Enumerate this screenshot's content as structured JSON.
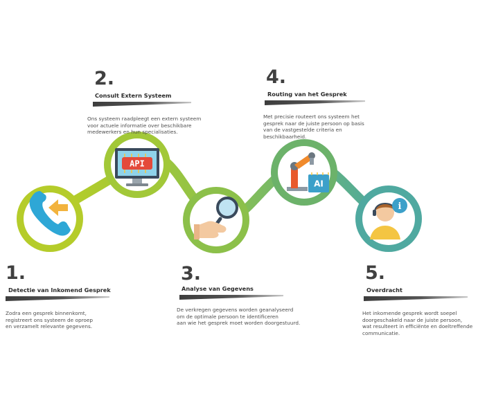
{
  "steps": [
    {
      "number": "1.",
      "title": "Detectie van Inkomend Gesprek",
      "description": "Zodra een gesprek binnenkomt,\nregistreert ons systeem de oproep\nen verzamelt relevante gegevens."
    },
    {
      "number": "2.",
      "title": "Consult Extern Systeem",
      "description": "Ons systeem raadpleegt een extern systeem\nvoor actuele informatie over beschikbare\nmedewerkers en hun specialisaties."
    },
    {
      "number": "3.",
      "title": "Analyse van Gegevens",
      "description": "De verkregen gegevens worden geanalyseerd\nom de optimale persoon te identificeren\naan wie het gesprek moet worden doorgestuurd."
    },
    {
      "number": "4.",
      "title": "Routing van het Gesprek",
      "description": "Met precisie routeert ons systeem het\ngesprek naar de juiste persoon op basis\nvan de vastgestelde criteria en\nbeschikbaarheid."
    },
    {
      "number": "5.",
      "title": "Overdracht",
      "description": "Het inkomende gesprek wordt soepel\ndoorgeschakeld naar de juiste persoon,\nwat resulteert in efficiënte en doeltreffende\ncommunicatie."
    }
  ],
  "icons": [
    "phone-icon",
    "api-monitor-icon",
    "magnifier-hand-icon",
    "robot-arm-ai-icon",
    "support-agent-icon"
  ],
  "icon_labels": {
    "api": "API",
    "ai": "AI",
    "info": "i"
  },
  "colors": {
    "step1": "#b5cc2a",
    "step2": "#a2c838",
    "step3": "#8cc04a",
    "step4": "#6cb26a",
    "step5": "#4fa9a0",
    "text_dark": "#404040",
    "phone": "#2ea7d6",
    "arrow": "#f2b33d"
  }
}
